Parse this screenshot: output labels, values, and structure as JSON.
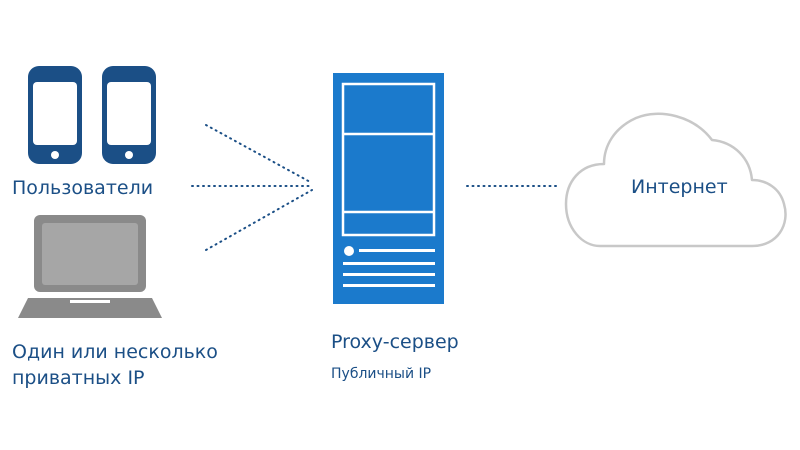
{
  "labels": {
    "users": "Пользователи",
    "private_ip": "Один или несколько\nприватных IP",
    "proxy_server": "Proxy-сервер",
    "public_ip": "Публичный IP",
    "internet": "Интернет"
  },
  "colors": {
    "brand_blue": "#1b4f86",
    "server_blue": "#1b7acc",
    "laptop_gray": "#8a8a8a",
    "laptop_screen": "#a3a3a3",
    "cloud_outline": "#c8c8c8",
    "dots": "#1b4f86"
  },
  "icons": {
    "phone_left": "smartphone-icon",
    "phone_right": "smartphone-icon",
    "laptop": "laptop-icon",
    "server": "server-tower-icon",
    "cloud": "cloud-icon"
  }
}
